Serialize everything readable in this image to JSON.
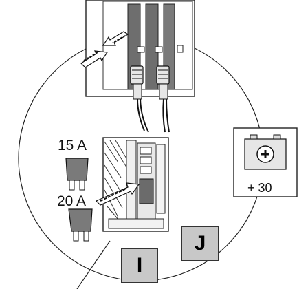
{
  "fuse_labels": {
    "upper": "15 A",
    "lower": "20 A"
  },
  "battery": {
    "label": "+ 30"
  },
  "callouts": {
    "i": "I",
    "j": "J"
  }
}
